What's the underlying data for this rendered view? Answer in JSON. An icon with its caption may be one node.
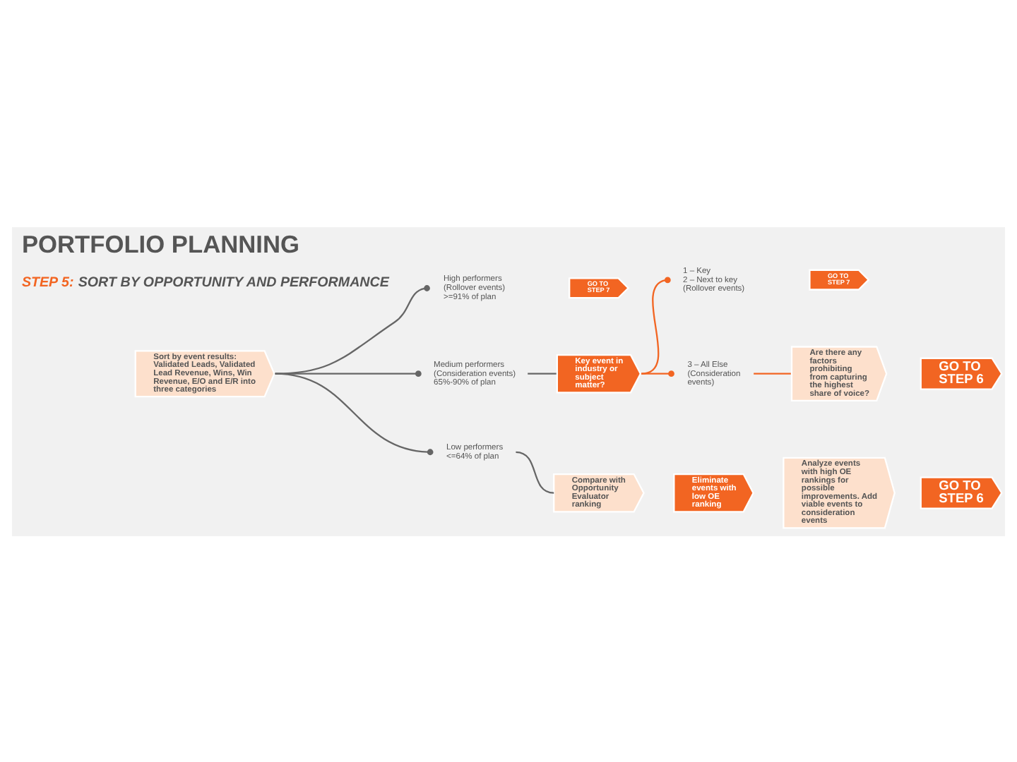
{
  "diagram": {
    "title": "PORTFOLIO PLANNING",
    "nodes": [
      {
        "text": [
          "Sort by event results: Validated Leads, Validated Lead Revenue, Wins, Win Revenue, E/O and E/R into three categories"
        ]
      },
      {
        "text": [
          "Key event in industry or subject matter?"
        ]
      },
      {
        "text": [
          "Are there any factors prohibiting from capturing the highest share of voice?"
        ]
      },
      {
        "text": [
          "GO TO STEP 6"
        ]
      },
      {
        "text": [
          "High performers (Rollover events) >=91% of plan"
        ]
      },
      {
        "text": [
          "GO TO STEP 7"
        ]
      },
      {
        "text": [
          "1 – Key",
          "2 – Next to key (Rollover events)"
        ]
      },
      {
        "text": [
          "GO TO STEP 7"
        ]
      },
      {
        "text": [
          "Medium performers (Consideration events) 65%-90% of plan"
        ]
      },
      {
        "text": [
          "3 – All Else (Consideration events)"
        ]
      },
      {
        "text": [
          "Low performers <=64% of plan"
        ]
      },
      {
        "text": [
          "Compare with Opportunity Evaluator ranking"
        ]
      },
      {
        "text": [
          "Eliminate events with low OE ranking"
        ]
      },
      {
        "text": [
          "Analyze events with high OE rankings for possible improvements. Add viable events to consideration events"
        ]
      },
      {
        "text": [
          "GO TO STEP 6"
        ]
      }
    ],
    "edges": [
      {
        "from": 0,
        "to": 4,
        "arrow": "other"
      },
      {
        "from": 0,
        "to": 8,
        "arrow": "other"
      },
      {
        "from": 0,
        "to": 10,
        "arrow": "other"
      },
      {
        "from": 8,
        "to": 1,
        "arrow": "none"
      },
      {
        "from": 1,
        "to": 6,
        "arrow": "other",
        "color": "#f26522"
      },
      {
        "from": 1,
        "to": 9,
        "arrow": "other",
        "color": "#f26522"
      },
      {
        "from": 9,
        "to": 2,
        "arrow": "none",
        "color": "#f26522"
      },
      {
        "from": 10,
        "to": 11,
        "arrow": "none"
      }
    ],
    "labels": [
      "STEP 5: SORT BY OPPORTUNITY AND PERFORMANCE"
    ]
  }
}
